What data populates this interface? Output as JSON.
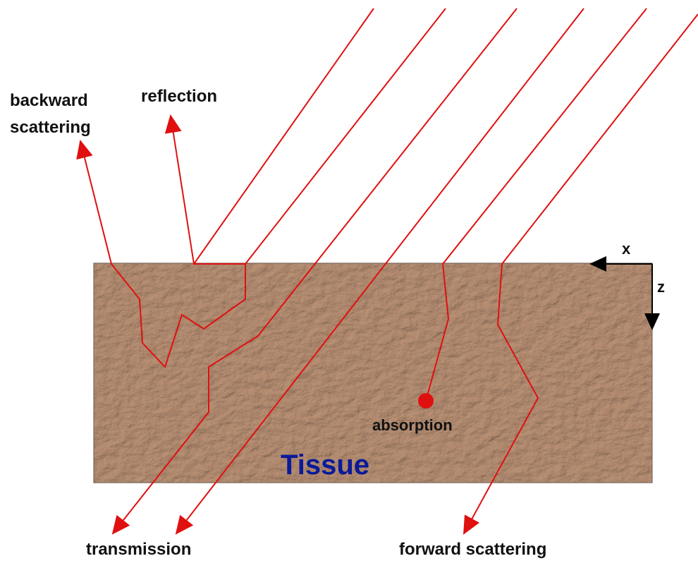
{
  "labels": {
    "backward_scattering_line1": "backward",
    "backward_scattering_line2": "scattering",
    "reflection": "reflection",
    "transmission": "transmission",
    "forward_scattering": "forward scattering",
    "absorption": "absorption",
    "tissue": "Tissue",
    "axis_x": "x",
    "axis_z": "z"
  },
  "colors": {
    "ray": "#e01010",
    "tissue_fill": "#c9aa94",
    "tissue_border": "#7a6a60",
    "tissue_label": "#0a1a9a",
    "axis": "#000000",
    "absorption_dot": "#e01010"
  }
}
